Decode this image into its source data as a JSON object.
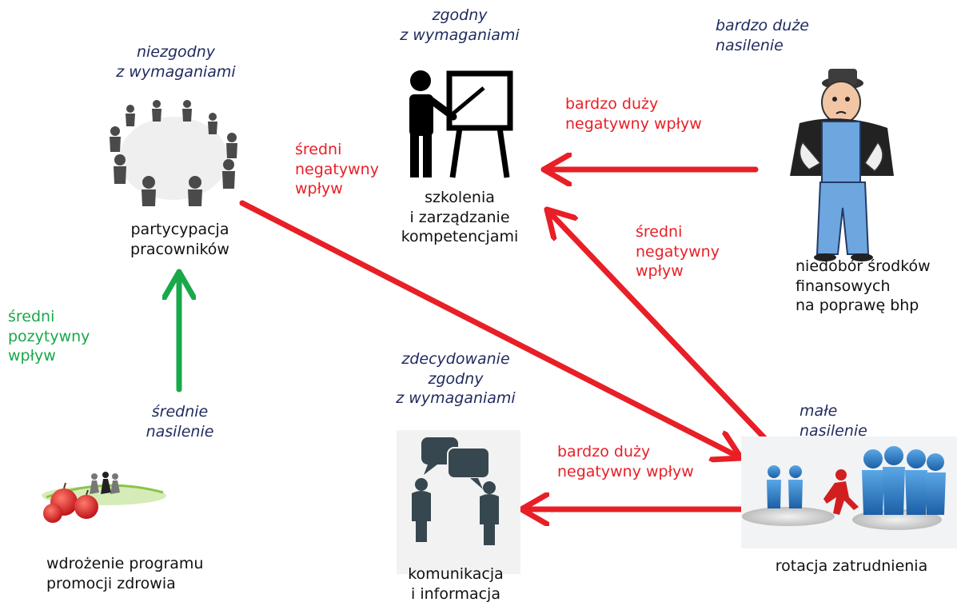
{
  "nodes": {
    "participation": {
      "status": [
        "niezgodny",
        "z wymaganiami"
      ],
      "label": [
        "partycypacja",
        "pracowników"
      ]
    },
    "training": {
      "status": [
        "zgodny",
        "z wymaganiami"
      ],
      "label": [
        "szkolenia",
        "i zarządzanie",
        "kompetencjami"
      ]
    },
    "funds": {
      "status": [
        "bardzo duże",
        "nasilenie"
      ],
      "label": [
        "niedobór środków",
        "finansowych",
        "na poprawę bhp"
      ]
    },
    "health": {
      "status": [
        "średnie",
        "nasilenie"
      ],
      "label": [
        "wdrożenie programu",
        "promocji zdrowia"
      ]
    },
    "communication": {
      "status": [
        "zdecydowanie",
        "zgodny",
        "z wymaganiami"
      ],
      "label": [
        "komunikacja",
        "i informacja"
      ]
    },
    "rotation": {
      "status": [
        "małe",
        "nasilenie"
      ],
      "label": [
        "rotacja zatrudnienia"
      ]
    }
  },
  "edges": {
    "participation_to_rotation": [
      "średni",
      "negatywny",
      "wpływ"
    ],
    "funds_to_training": [
      "bardzo duży",
      "negatywny wpływ"
    ],
    "rotation_to_training": [
      "średni",
      "negatywny",
      "wpływ"
    ],
    "rotation_to_communication": [
      "bardzo duży",
      "negatywny wpływ"
    ],
    "health_to_participation": [
      "średni",
      "pozytywny",
      "wpływ"
    ]
  },
  "colors": {
    "negative": "#e81f26",
    "positive": "#19a84a",
    "status": "#1f2a5e",
    "label": "#111111"
  },
  "icons": {
    "participation": "people-circle-icon",
    "training": "presenter-board-icon",
    "funds": "empty-pockets-man-icon",
    "health": "apples-runners-icon",
    "communication": "speech-bubbles-people-icon",
    "rotation": "staff-rotation-icon"
  }
}
